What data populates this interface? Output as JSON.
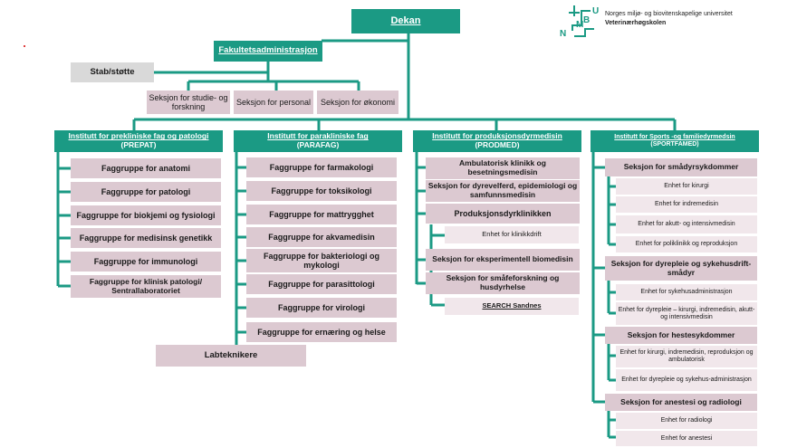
{
  "logo": {
    "letters": [
      "N",
      "M",
      "B",
      "U"
    ],
    "line1": "Norges miljø- og biovitenskapelige universitet",
    "line2": "Veterinærhøgskolen",
    "color": "#1b9a84"
  },
  "colors": {
    "header": "#1b9a84",
    "unit": "#dcc9d1",
    "subunit": "#f1e7eb",
    "staff": "#d9d9d9"
  },
  "dekan": "Dekan",
  "admin": {
    "title": "Fakultetsadministrasjon",
    "stab": "Stab/støtte",
    "sections": [
      "Seksjon for studie- og forskning",
      "Seksjon for personal",
      "Seksjon for økonomi"
    ]
  },
  "institutes": [
    {
      "title": "Institutt for prekliniske fag og patologi",
      "abbr": "(PREPAT)",
      "groups": [
        "Faggruppe for anatomi",
        "Faggruppe for patologi",
        "Faggruppe for biokjemi og fysiologi",
        "Faggruppe for medisinsk genetikk",
        "Faggruppe for immunologi",
        "Faggruppe for klinisk patologi/ Sentrallaboratoriet"
      ]
    },
    {
      "title": "Institutt for parakliniske fag",
      "abbr": "(PARAFAG)",
      "groups": [
        "Faggruppe for farmakologi",
        "Faggruppe for toksikologi",
        "Faggruppe for mattrygghet",
        "Faggruppe for akvamedisin",
        "Faggruppe for bakteriologi og mykologi",
        "Faggruppe for parasittologi",
        "Faggruppe for virologi",
        "Faggruppe for ernæring og helse"
      ],
      "lab": "Labteknikere"
    },
    {
      "title": "Institutt for produksjonsdyrmedisin",
      "abbr": "(PRODMED)",
      "groups": [
        "Ambulatorisk klinikk og besetningsmedisin",
        "Seksjon for dyrevelferd, epidemiologi og samfunnsmedisin",
        "Produksjonsdyrklinikken",
        "Enhet for klinikkdrift",
        "Seksjon for eksperimentell biomedisin",
        "Seksjon for småfeforskning og husdyrhelse",
        "SEARCH Sandnes"
      ]
    },
    {
      "title": "Institutt for Sports -og familiedyrmedsin",
      "abbr": "(SPORTFAMED)",
      "groups": [
        "Seksjon for smådyrsykdommer",
        "Enhet for kirurgi",
        "Enhet for indremedisin",
        "Enhet for akutt- og intensivmedisin",
        "Enhet for poliklinikk og reproduksjon",
        "Seksjon for dyrepleie og sykehusdrift- smådyr",
        "Enhet for sykehusadministrasjon",
        "Enhet for dyrepleie – kirurgi, indremedisin, akutt- og intensivmedisin",
        "Seksjon for hestesykdommer",
        "Enhet for kirurgi, indremedisin, reproduksjon og ambulatorisk",
        "Enhet for dyrepleie og sykehus-administrasjon",
        "Seksjon for anestesi og radiologi",
        "Enhet for radiologi",
        "Enhet for anestesi"
      ]
    }
  ]
}
